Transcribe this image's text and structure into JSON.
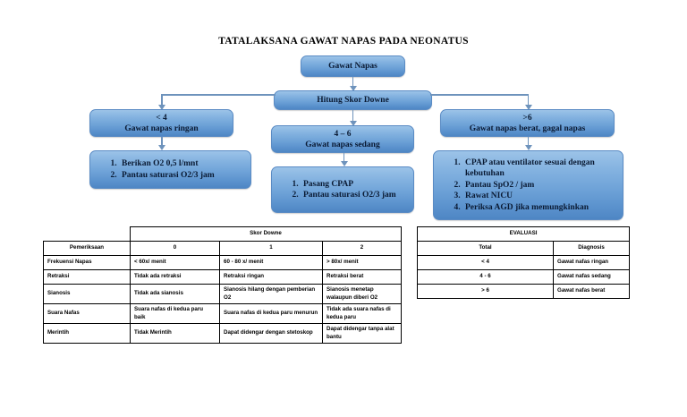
{
  "title": "TATALAKSANA GAWAT NAPAS PADA NEONATUS",
  "flow": {
    "root": "Gawat Napas",
    "score_step": "Hitung Skor Downe",
    "branches": [
      {
        "id": "ringan",
        "score_label": "< 4",
        "severity_label": "Gawat napas ringan",
        "actions": [
          "Berikan O2 0,5 l/mnt",
          "Pantau saturasi O2/3 jam"
        ]
      },
      {
        "id": "sedang",
        "score_label": "4 – 6",
        "severity_label": "Gawat napas sedang",
        "actions": [
          "Pasang CPAP",
          "Pantau saturasi O2/3 jam"
        ]
      },
      {
        "id": "berat",
        "score_label": ">6",
        "severity_label": "Gawat napas berat, gagal napas",
        "actions": [
          "CPAP  atau ventilator sesuai dengan kebutuhan",
          "Pantau SpO2 / jam",
          "Rawat NICU",
          "Periksa AGD jika memungkinkan"
        ]
      }
    ]
  },
  "downe_table": {
    "group_header": "Skor Downe",
    "first_col_header": "Pemeriksaan",
    "score_columns": [
      "0",
      "1",
      "2"
    ],
    "rows": [
      {
        "label": "Frekuensi Napas",
        "values": [
          "< 60x/ menit",
          "60 - 80 x/ menit",
          "> 80x/ menit"
        ]
      },
      {
        "label": "Retraksi",
        "values": [
          "Tidak ada retraksi",
          "Retraksi ringan",
          "Retraksi berat"
        ]
      },
      {
        "label": "Sianosis",
        "values": [
          "Tidak ada sianosis",
          "Sianosis hilang dengan pemberian O2",
          "Sianosis menetap walaupun diberi O2"
        ]
      },
      {
        "label": "Suara Nafas",
        "values": [
          "Suara nafas di kedua paru baik",
          "Suara nafas di kedua paru menurun",
          "Tidak ada suara nafas di kedua paru"
        ]
      },
      {
        "label": "Merintih",
        "values": [
          "Tidak Merintih",
          "Dapat didengar dengan stetoskop",
          "Dapat didengar tanpa alat bantu"
        ]
      }
    ]
  },
  "eval_table": {
    "title": "EVALUASI",
    "columns": [
      "Total",
      "Diagnosis"
    ],
    "rows": [
      {
        "total": "< 4",
        "diagnosis": "Gawat nafas ringan"
      },
      {
        "total": "4 - 6",
        "diagnosis": "Gawat nafas sedang"
      },
      {
        "total": "> 6",
        "diagnosis": "Gawat nafas berat"
      }
    ]
  },
  "colors": {
    "box_fill_light": "#9CC3E8",
    "box_fill_dark": "#4E86C4",
    "box_border": "#5A8BC4",
    "connector": "#6E93BC",
    "text": "#000000",
    "background": "#ffffff"
  }
}
